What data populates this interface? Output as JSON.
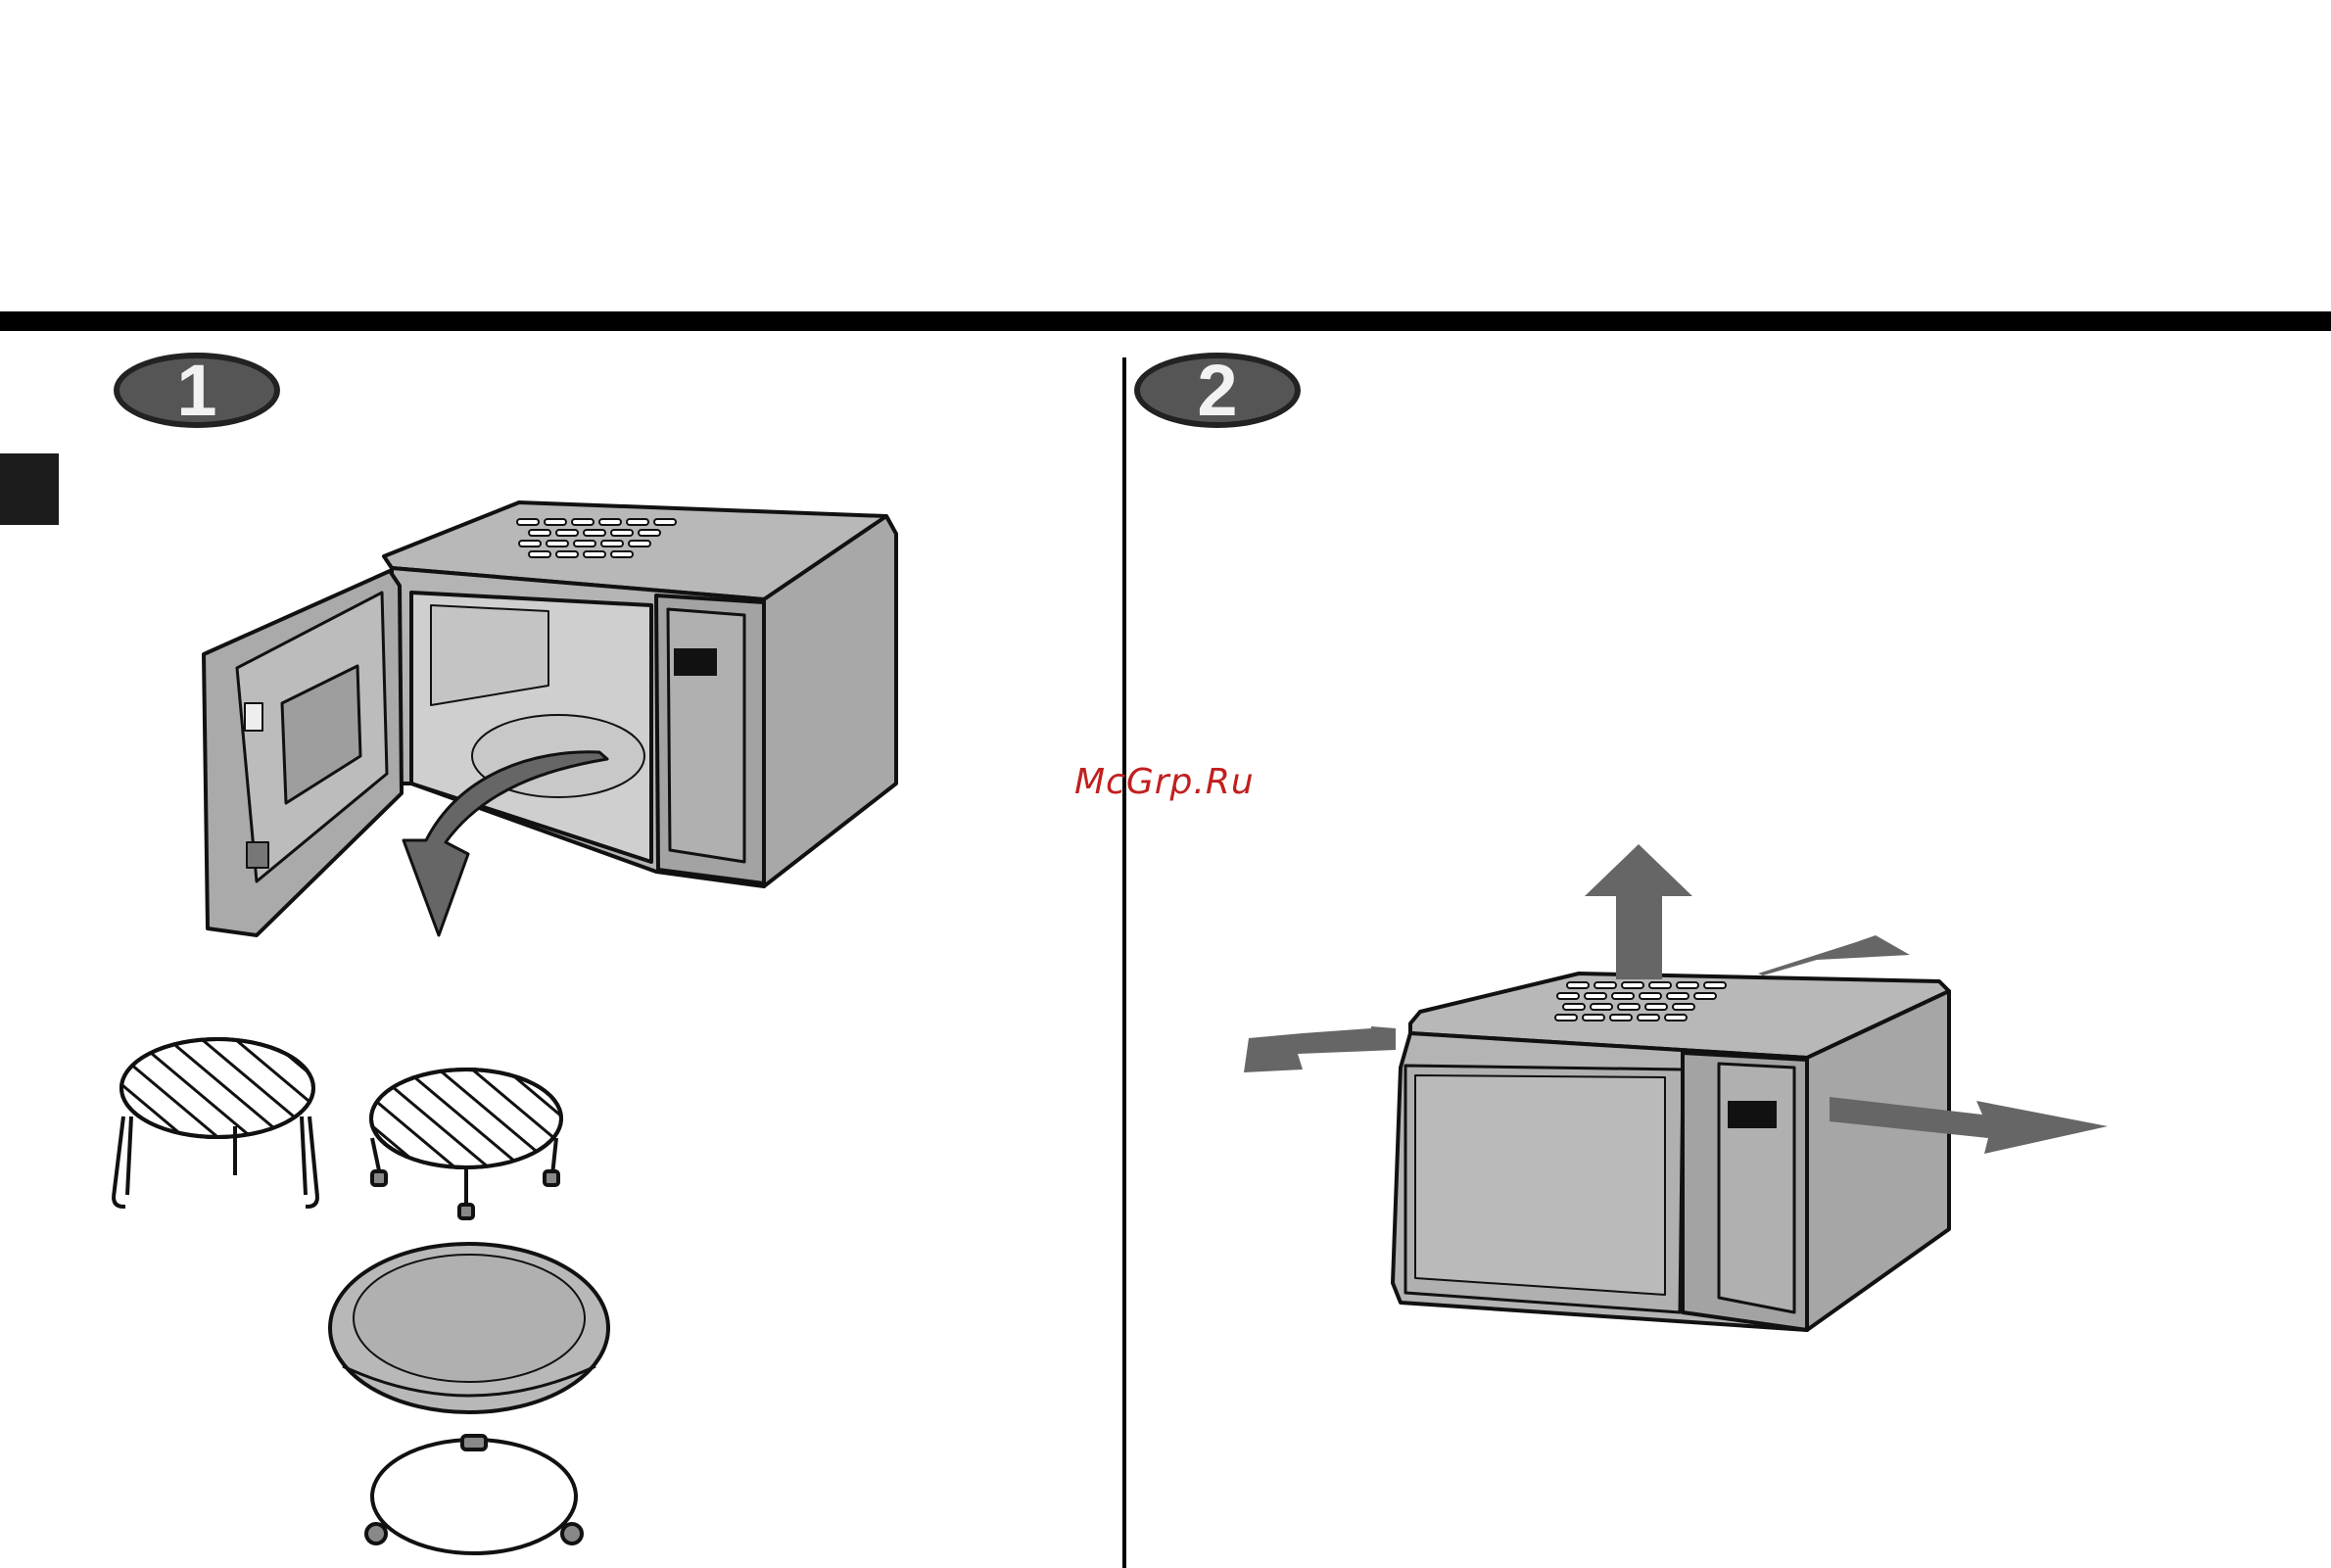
{
  "steps": [
    {
      "number": "1"
    },
    {
      "number": "2"
    }
  ],
  "watermark": "McGrp.Ru",
  "colors": {
    "rule": "#000000",
    "appliance_fill": "#b4b4b4",
    "appliance_dark": "#8c8c8c",
    "arrow_fill": "#666666",
    "watermark": "#c21f1f"
  }
}
